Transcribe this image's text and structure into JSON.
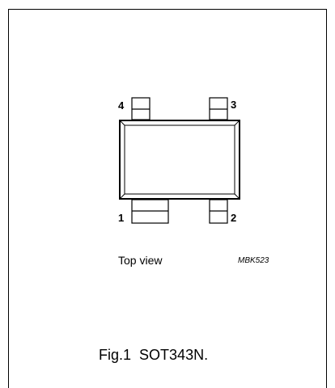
{
  "figure": {
    "pins": {
      "pin1": "1",
      "pin2": "2",
      "pin3": "3",
      "pin4": "4"
    },
    "view_label": "Top view",
    "reference_code": "MBK523",
    "caption": {
      "number": "Fig.1",
      "title": "SOT343N."
    }
  }
}
